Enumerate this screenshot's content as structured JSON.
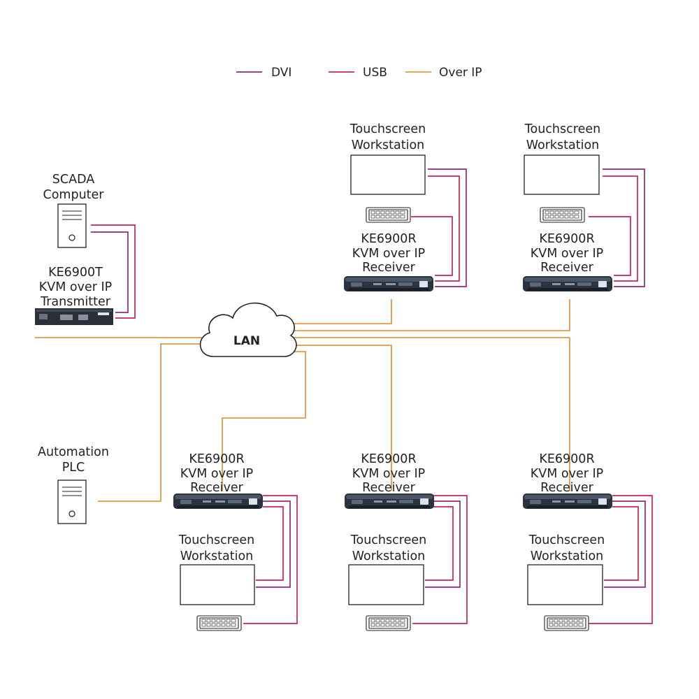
{
  "legend": {
    "dvi": {
      "label": "DVI",
      "color": "#8e2a7d"
    },
    "usb": {
      "label": "USB",
      "color": "#c8245a"
    },
    "ip": {
      "label": "Over IP",
      "color": "#e09a45"
    }
  },
  "lan_label": "LAN",
  "scada": {
    "line1": "SCADA",
    "line2": "Computer"
  },
  "transmitter": {
    "line1": "KE6900T",
    "line2": "KVM over IP",
    "line3": "Transmitter"
  },
  "plc": {
    "line1": "Automation",
    "line2": "PLC"
  },
  "receiver": {
    "line1": "KE6900R",
    "line2": "KVM over IP",
    "line3": "Receiver"
  },
  "workstation": {
    "line1": "Touchscreen",
    "line2": "Workstation"
  },
  "icons": {
    "computer": "tower-pc-icon",
    "monitor": "monitor-icon",
    "keyboard": "keyboard-icon",
    "kvm_device": "kvm-device-icon",
    "network": "cloud-icon"
  }
}
